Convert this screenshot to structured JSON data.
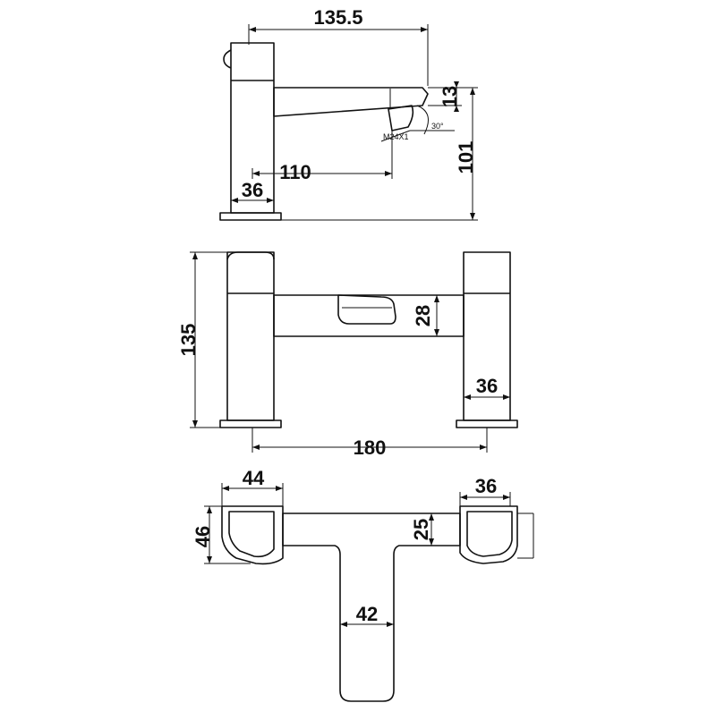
{
  "side_view": {
    "overall_length": "135.5",
    "spout_height": "13",
    "total_height": "101",
    "spout_reach": "110",
    "body_width": "36",
    "thread_label": "M24X1",
    "angle_label": "30°"
  },
  "front_view": {
    "height": "135",
    "bridge_height": "28",
    "handle_width": "36",
    "centres": "180"
  },
  "top_view": {
    "left_handle_width": "44",
    "right_handle_width": "36",
    "depth": "46",
    "bridge_depth": "25",
    "spout_width": "42"
  }
}
